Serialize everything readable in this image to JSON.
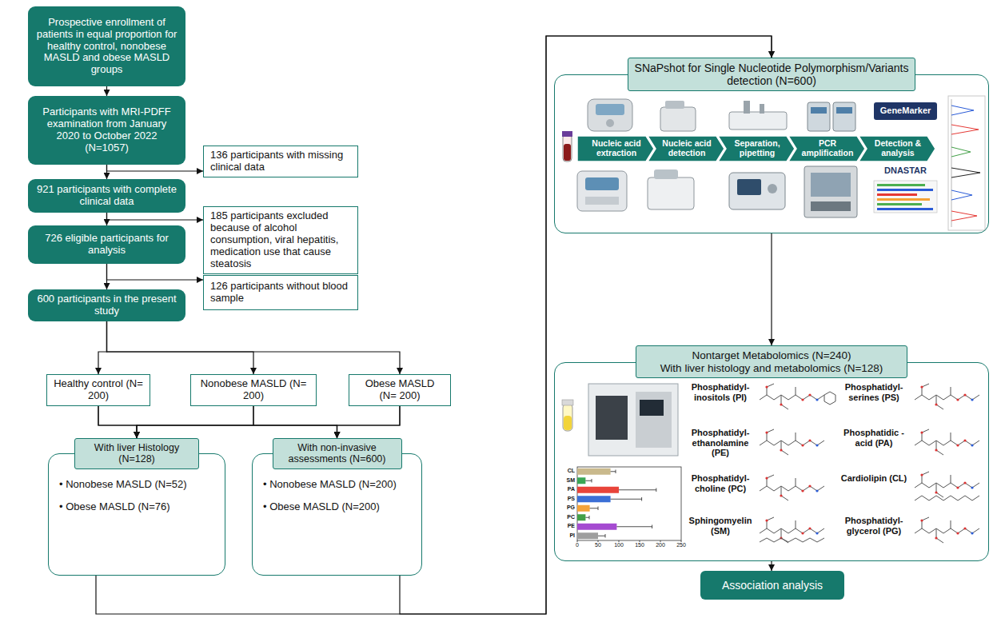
{
  "diagram": {
    "nodes": [
      {
        "text": [
          "Prospective enrollment of patients in equal proportion for healthy control, nonobese MASLD and obese MASLD groups"
        ]
      },
      {
        "text": [
          "Participants with MRI-PDFF examination from January 2020 to October 2022 (N=1057)"
        ]
      },
      {
        "text": [
          "136 participants with missing clinical data"
        ]
      },
      {
        "text": [
          "921 participants with complete clinical data"
        ]
      },
      {
        "text": [
          "185 participants excluded because of alcohol consumption, viral hepatitis, medication use that cause steatosis"
        ]
      },
      {
        "text": [
          "726 eligible participants for analysis"
        ]
      },
      {
        "text": [
          "126 participants without blood sample"
        ]
      },
      {
        "text": [
          "600 participants in the present study"
        ]
      },
      {
        "text": [
          "Healthy control (N= 200)"
        ]
      },
      {
        "text": [
          "Nonobese MASLD (N= 200)"
        ]
      },
      {
        "text": [
          "Obese MASLD (N= 200)"
        ]
      },
      {
        "text": [
          "With liver Histology (N=128)",
          "• Nonobese MASLD (N=52)",
          "• Obese MASLD (N=76)"
        ]
      },
      {
        "text": [
          "With non-invasive assessments (N=600)",
          "• Nonobese MASLD (N=200)",
          "• Obese MASLD (N=200)"
        ]
      },
      {
        "text": [
          "SNaPshot for Single Nucleotide Polymorphism/Variants detection (N=600)"
        ]
      },
      {
        "text": [
          "Nucleic acid extraction"
        ],
        "in": 13
      },
      {
        "text": [
          "Nucleic acid detection"
        ],
        "in": 13
      },
      {
        "text": [
          "Separation, pipetting"
        ],
        "in": 13
      },
      {
        "text": [
          "PCR amplification"
        ],
        "in": 13
      },
      {
        "text": [
          "Detection & analysis"
        ],
        "in": 13
      },
      {
        "text": [
          "Nontarget Metabolomics (N=240)",
          "With liver histology and metabolomics (N=128)"
        ]
      },
      {
        "text": [
          "Association analysis"
        ]
      }
    ],
    "edges": [
      {
        "from": 0,
        "to": 1,
        "arrow": "to"
      },
      {
        "from": 1,
        "to": 3,
        "arrow": "to"
      },
      {
        "from": 1,
        "to": 2,
        "arrow": "to"
      },
      {
        "from": 3,
        "to": 5,
        "arrow": "to"
      },
      {
        "from": 3,
        "to": 4,
        "arrow": "to"
      },
      {
        "from": 5,
        "to": 7,
        "arrow": "to"
      },
      {
        "from": 5,
        "to": 6,
        "arrow": "to"
      },
      {
        "from": 7,
        "to": 8,
        "arrow": "to"
      },
      {
        "from": 7,
        "to": 9,
        "arrow": "to"
      },
      {
        "from": 7,
        "to": 10,
        "arrow": "to"
      },
      {
        "from": 8,
        "to": 11,
        "arrow": "to"
      },
      {
        "from": 9,
        "to": 11,
        "arrow": "to"
      },
      {
        "from": 10,
        "to": 11,
        "arrow": "to"
      },
      {
        "from": 8,
        "to": 12,
        "arrow": "to"
      },
      {
        "from": 9,
        "to": 12,
        "arrow": "to"
      },
      {
        "from": 10,
        "to": 12,
        "arrow": "to"
      },
      {
        "from": 11,
        "to": 13,
        "arrow": "to"
      },
      {
        "from": 12,
        "to": 13,
        "arrow": "to"
      },
      {
        "from": 13,
        "to": 19,
        "arrow": "to"
      },
      {
        "from": 19,
        "to": 20,
        "arrow": "to"
      }
    ],
    "labels": [
      "Phosphatidyl- inositols (PI)",
      "Phosphatidyl- serines (PS)",
      "Phosphatidyl- ethanolamine (PE)",
      "Phosphatidic -acid (PA)",
      "Phosphatidyl- choline (PC)",
      "Cardiolipin (CL)",
      "Sphingomyelin (SM)",
      "Phosphatidyl- glycerol (PG)",
      "CL",
      "SM",
      "PA",
      "PS",
      "PG",
      "PC",
      "PE",
      "PI",
      "0",
      "50",
      "100",
      "150",
      "200",
      "250",
      "GeneMarker",
      "DNASTAR"
    ]
  }
}
